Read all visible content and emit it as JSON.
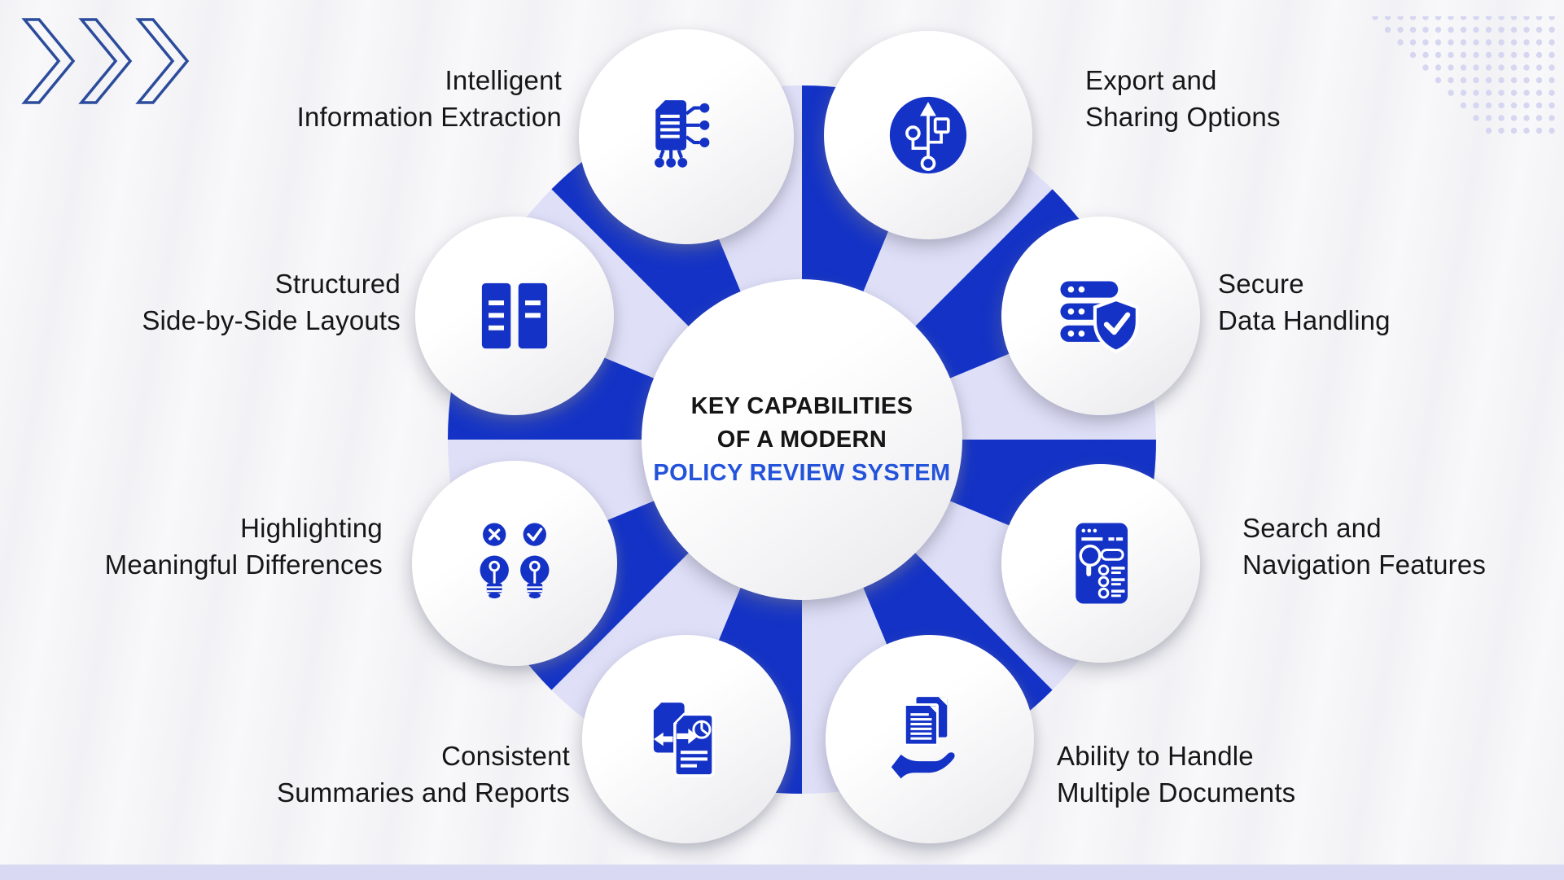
{
  "title": {
    "line1": "KEY CAPABILITIES",
    "line2": "OF A MODERN",
    "line3": "POLICY REVIEW SYSTEM"
  },
  "capabilities": [
    {
      "id": "intelligent-information-extraction",
      "line1": "Intelligent",
      "line2": "Information Extraction",
      "icon": "document-circuit-icon"
    },
    {
      "id": "export-and-sharing-options",
      "line1": "Export and",
      "line2": "Sharing Options",
      "icon": "usb-share-icon"
    },
    {
      "id": "structured-side-by-side-layouts",
      "line1": "Structured",
      "line2": "Side-by-Side Layouts",
      "icon": "side-by-side-columns-icon"
    },
    {
      "id": "secure-data-handling",
      "line1": "Secure",
      "line2": "Data Handling",
      "icon": "server-shield-icon"
    },
    {
      "id": "highlighting-meaningful-differences",
      "line1": "Highlighting",
      "line2": "Meaningful Differences",
      "icon": "bulbs-compare-icon"
    },
    {
      "id": "search-and-navigation-features",
      "line1": "Search and",
      "line2": "Navigation Features",
      "icon": "document-search-icon"
    },
    {
      "id": "consistent-summaries-and-reports",
      "line1": "Consistent",
      "line2": "Summaries and Reports",
      "icon": "report-exchange-icon"
    },
    {
      "id": "ability-to-handle-multiple-documents",
      "line1": "Ability to Handle",
      "line2": "Multiple Documents",
      "icon": "documents-hand-icon"
    }
  ],
  "colors": {
    "primary_blue": "#1433c6",
    "title_accent_blue": "#2453db",
    "lavender": "#dfe0f8",
    "bottom_bar": "#d9d9f3",
    "dot_pattern": "#d6d6f1",
    "chevron_outline": "#2b4c9c",
    "text": "#161616"
  }
}
